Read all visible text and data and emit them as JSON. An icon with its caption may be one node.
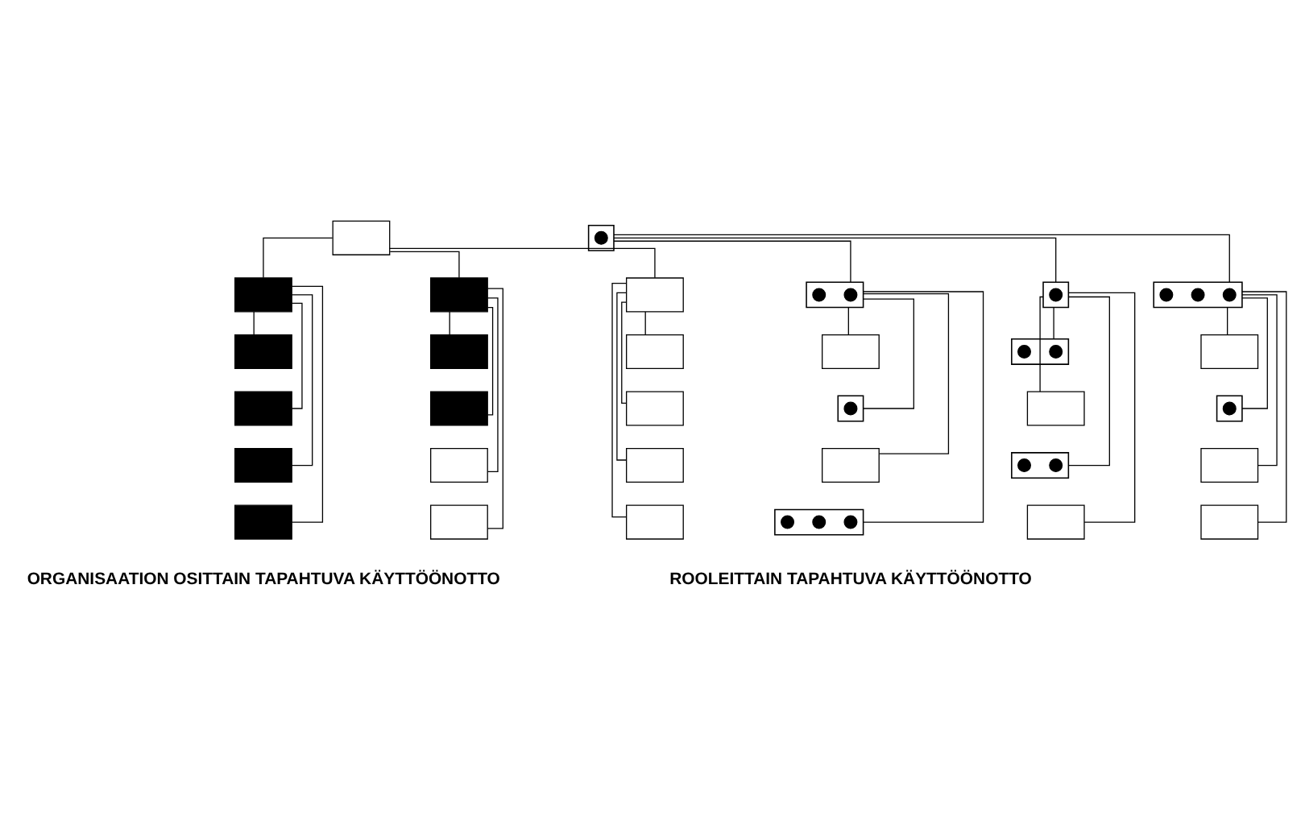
{
  "diagram": {
    "nodes": [
      {
        "text": [],
        "shape": "box"
      },
      {
        "text": [],
        "shape": "box"
      },
      {
        "text": [],
        "shape": "box"
      },
      {
        "text": [],
        "shape": "box"
      },
      {
        "text": [],
        "shape": "box"
      },
      {
        "text": [],
        "shape": "box"
      },
      {
        "text": [],
        "shape": "box"
      },
      {
        "text": [],
        "shape": "box"
      },
      {
        "text": [],
        "shape": "box"
      },
      {
        "text": [],
        "shape": "box"
      },
      {
        "text": [],
        "shape": "box"
      },
      {
        "text": [],
        "shape": "box"
      },
      {
        "text": [],
        "shape": "box"
      },
      {
        "text": [],
        "shape": "box"
      },
      {
        "text": [],
        "shape": "box"
      },
      {
        "text": [],
        "shape": "box"
      },
      {
        "text": [],
        "shape": "box"
      },
      {
        "text": [],
        "shape": "circle",
        "in": 16
      },
      {
        "text": [],
        "shape": "box"
      },
      {
        "text": [],
        "shape": "circle",
        "in": 18
      },
      {
        "text": [],
        "shape": "circle",
        "in": 18
      },
      {
        "text": [],
        "shape": "box"
      },
      {
        "text": [],
        "shape": "circle",
        "in": 21
      },
      {
        "text": [],
        "shape": "box"
      },
      {
        "text": [],
        "shape": "circle",
        "in": 23
      },
      {
        "text": [],
        "shape": "circle",
        "in": 23
      },
      {
        "text": [],
        "shape": "circle",
        "in": 23
      },
      {
        "text": [],
        "shape": "box"
      },
      {
        "text": [],
        "shape": "box"
      },
      {
        "text": [],
        "shape": "circle",
        "in": 28
      },
      {
        "text": [],
        "shape": "box"
      },
      {
        "text": [],
        "shape": "box"
      },
      {
        "text": [],
        "shape": "circle",
        "in": 31
      },
      {
        "text": [],
        "shape": "circle",
        "in": 31
      },
      {
        "text": [],
        "shape": "circle",
        "in": 31
      },
      {
        "text": [],
        "shape": "box"
      },
      {
        "text": [],
        "shape": "circle",
        "in": 35
      },
      {
        "text": [],
        "shape": "circle",
        "in": 35
      },
      {
        "text": [],
        "shape": "box"
      },
      {
        "text": [],
        "shape": "box"
      },
      {
        "text": [],
        "shape": "circle",
        "in": 39
      },
      {
        "text": [],
        "shape": "circle",
        "in": 39
      },
      {
        "text": [],
        "shape": "box"
      },
      {
        "text": [],
        "shape": "box"
      },
      {
        "text": [],
        "shape": "box"
      },
      {
        "text": [],
        "shape": "circle",
        "in": 44
      },
      {
        "text": [],
        "shape": "box"
      },
      {
        "text": [],
        "shape": "box"
      }
    ],
    "edges": [
      {
        "from": 0,
        "to": 1,
        "arrow": "none"
      },
      {
        "from": 0,
        "to": 2,
        "arrow": "none"
      },
      {
        "from": 0,
        "to": 3,
        "arrow": "none"
      },
      {
        "from": 1,
        "to": 4,
        "arrow": "none"
      },
      {
        "from": 1,
        "to": 5,
        "arrow": "none"
      },
      {
        "from": 1,
        "to": 6,
        "arrow": "none"
      },
      {
        "from": 1,
        "to": 7,
        "arrow": "none"
      },
      {
        "from": 2,
        "to": 8,
        "arrow": "none"
      },
      {
        "from": 2,
        "to": 9,
        "arrow": "none"
      },
      {
        "from": 2,
        "to": 10,
        "arrow": "none"
      },
      {
        "from": 2,
        "to": 11,
        "arrow": "none"
      },
      {
        "from": 3,
        "to": 12,
        "arrow": "none"
      },
      {
        "from": 3,
        "to": 13,
        "arrow": "none"
      },
      {
        "from": 3,
        "to": 14,
        "arrow": "none"
      },
      {
        "from": 3,
        "to": 15,
        "arrow": "none"
      },
      {
        "from": 16,
        "to": 18,
        "arrow": "none"
      },
      {
        "from": 16,
        "to": 21,
        "arrow": "none"
      },
      {
        "from": 16,
        "to": 23,
        "arrow": "none"
      },
      {
        "from": 18,
        "to": 27,
        "arrow": "none"
      },
      {
        "from": 18,
        "to": 28,
        "arrow": "none"
      },
      {
        "from": 18,
        "to": 30,
        "arrow": "none"
      },
      {
        "from": 18,
        "to": 31,
        "arrow": "none"
      },
      {
        "from": 21,
        "to": 35,
        "arrow": "none"
      },
      {
        "from": 21,
        "to": 38,
        "arrow": "none"
      },
      {
        "from": 21,
        "to": 39,
        "arrow": "none"
      },
      {
        "from": 21,
        "to": 42,
        "arrow": "none"
      },
      {
        "from": 23,
        "to": 43,
        "arrow": "none"
      },
      {
        "from": 23,
        "to": 44,
        "arrow": "none"
      },
      {
        "from": 23,
        "to": 46,
        "arrow": "none"
      },
      {
        "from": 23,
        "to": 47,
        "arrow": "none"
      }
    ],
    "labels": [
      "ORGANISAATION OSITTAIN TAPAHTUVA KÄYTTÖÖNOTTO",
      "ROOLEITTAIN TAPAHTUVA KÄYTTÖÖNOTTO"
    ]
  }
}
